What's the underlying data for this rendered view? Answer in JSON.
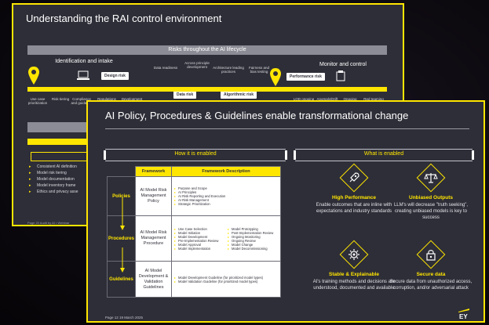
{
  "back_slide": {
    "title": "Understanding the RAI control environment",
    "ribbon": "Risks throughout the AI lifecycle",
    "left_heading": "Identification and intake",
    "right_heading": "Monitor and control",
    "boxes": {
      "design": "Design risk",
      "data": "Data risk",
      "algorithmic": "Algorithmic risk",
      "performance": "Performance risk"
    },
    "stages_top": [
      "Data readiness",
      "Across principle development",
      "Architecture leading practices",
      "Fairness and bias testing"
    ],
    "stages_bottom": [
      "Use case prioritization",
      "Risk tiering",
      "Compliance and guidance",
      "Regulations",
      "Development",
      "LOD ongoing",
      "Anomaly/Drift",
      "Ongoing",
      "Red teaming"
    ],
    "bullets": [
      "Consistent AI definition",
      "Model risk tiering",
      "Model documentation",
      "Model inventory frame",
      "Ethics and privacy asse"
    ],
    "footer": "Page 20     Audit by AI • Webinar"
  },
  "front_slide": {
    "title": "AI Policy, Procedures & Guidelines enable transformational change",
    "how_label": "How it is enabled",
    "what_label": "What is enabled",
    "table": {
      "headers": [
        "Framework",
        "Framework Description"
      ],
      "rows": [
        {
          "stage": "Policies",
          "framework": "AI Model Risk Management Policy",
          "desc_a": [
            "Purpose and Scope",
            "AI Principles",
            "AI Risk Reporting and Execution",
            "AI Risk Management",
            "Strategic Prioritization"
          ],
          "desc_b": []
        },
        {
          "stage": "Procedures",
          "framework": "AI Model Risk Management Procedure",
          "desc_a": [
            "Use Case Selection",
            "Model Initiation",
            "Model Development",
            "Pre-Implementation Review",
            "Model Approval",
            "Model Implementation"
          ],
          "desc_b": [
            "Model Prototyping",
            "Post-Implementation Review",
            "Ongoing Monitoring",
            "Ongoing Review",
            "Model Change",
            "Model Decommissioning"
          ]
        },
        {
          "stage": "Guidelines",
          "framework": "AI Model Development & Validation Guidelines",
          "desc_a": [
            "Model Development Guideline (for prioritized model types)",
            "Model Validation Guideline (for prioritized model types)"
          ],
          "desc_b": []
        }
      ]
    },
    "benefits": [
      {
        "icon": "rocket-icon",
        "title": "High Performance",
        "desc": "Enable outcomes that are inline with expectations and industry standards"
      },
      {
        "icon": "scale-icon",
        "title": "Unbiased Outputs",
        "desc": "LLM's will decrease \"truth seeking\", creating unbiased models is key to success"
      },
      {
        "icon": "gear-icon",
        "title": "Stable & Explainable",
        "desc": "AI's training methods and decisions are understood, documented and available"
      },
      {
        "icon": "lock-icon",
        "title": "Secure data",
        "desc": "Secure data from unauthorized access, corruption, and/or adversarial attack"
      }
    ],
    "footer": "Page 12     19 March 2025",
    "logo_text": "EY"
  },
  "colors": {
    "accent": "#ffe600",
    "slide_bg": "#2e2e38",
    "text_light": "#ffffff"
  }
}
